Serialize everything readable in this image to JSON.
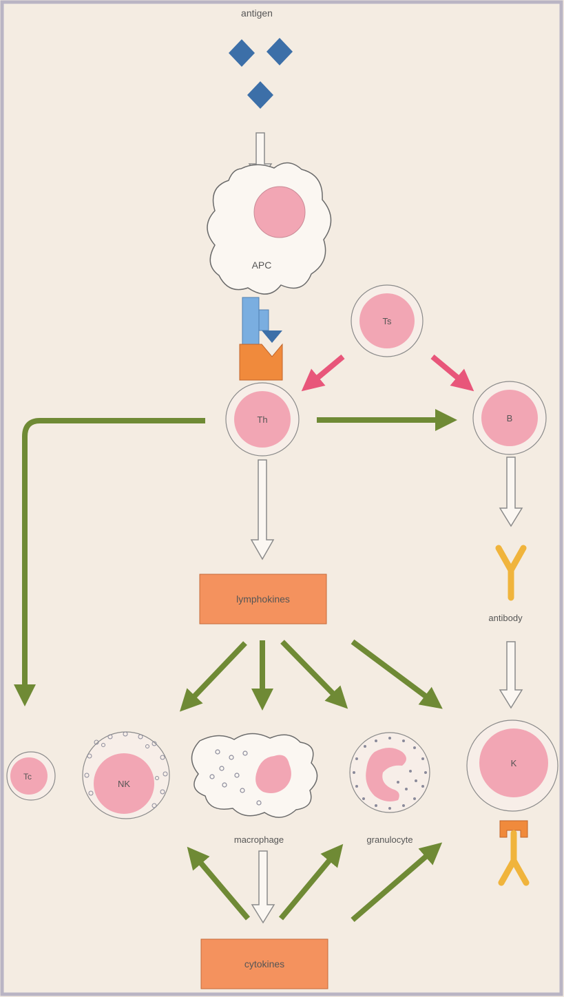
{
  "labels": {
    "antigen": "antigen",
    "apc": "APC",
    "th": "Th",
    "ts": "Ts",
    "b": "B",
    "lymphokines": "lymphokines",
    "antibody": "antibody",
    "tc": "Tc",
    "nk": "NK",
    "macrophage": "macrophage",
    "granulocyte": "granulocyte",
    "k": "K",
    "cytokines": "cytokines"
  },
  "colors": {
    "background": "#f4ece2",
    "nucleus": "#f2a6b4",
    "cell_ring": "#f7eee8",
    "antigen": "#3c6fa8",
    "box_fill": "#f4925e",
    "green_arrow": "#6f8a35",
    "pink_arrow": "#e8567a",
    "antibody": "#f0b43c",
    "receptor_orange": "#f08a3c",
    "receptor_blue": "#7aaee0"
  }
}
